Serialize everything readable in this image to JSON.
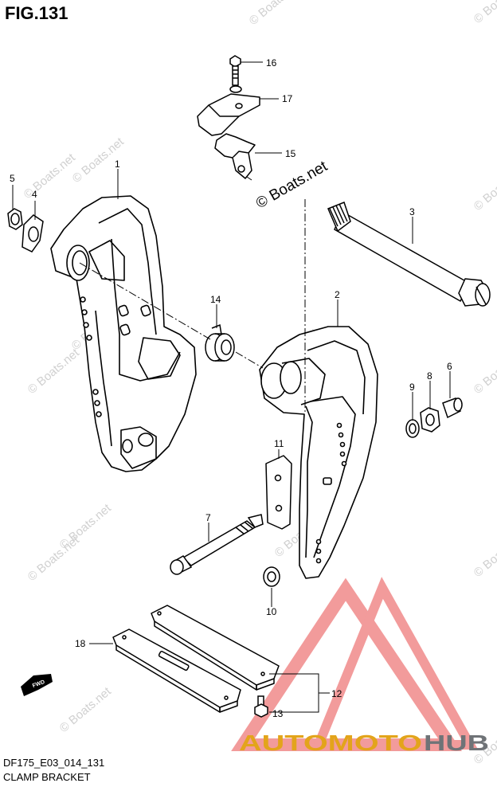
{
  "figure": {
    "title": "FIG.131",
    "code": "DF175_E03_014_131",
    "name": "CLAMP BRACKET"
  },
  "watermark": {
    "text": "© Boats.net",
    "color": "#d0d0d0"
  },
  "overlay_copyright": "© Boats.net",
  "fwd_label": "FWD",
  "callouts": [
    {
      "id": "1",
      "label": "1"
    },
    {
      "id": "2",
      "label": "2"
    },
    {
      "id": "3",
      "label": "3"
    },
    {
      "id": "4",
      "label": "4"
    },
    {
      "id": "5",
      "label": "5"
    },
    {
      "id": "6",
      "label": "6"
    },
    {
      "id": "7",
      "label": "7"
    },
    {
      "id": "8",
      "label": "8"
    },
    {
      "id": "9",
      "label": "9"
    },
    {
      "id": "10",
      "label": "10"
    },
    {
      "id": "11",
      "label": "11"
    },
    {
      "id": "12",
      "label": "12"
    },
    {
      "id": "13",
      "label": "13"
    },
    {
      "id": "14",
      "label": "14"
    },
    {
      "id": "15",
      "label": "15"
    },
    {
      "id": "16",
      "label": "16"
    },
    {
      "id": "17",
      "label": "17"
    },
    {
      "id": "18",
      "label": "18"
    }
  ],
  "brand": {
    "part1": "AUTOMOTO",
    "part2": "HUB",
    "part1_color": "#e3a41b",
    "part2_color": "#6f7377",
    "logo_color": "#f08a8a"
  }
}
